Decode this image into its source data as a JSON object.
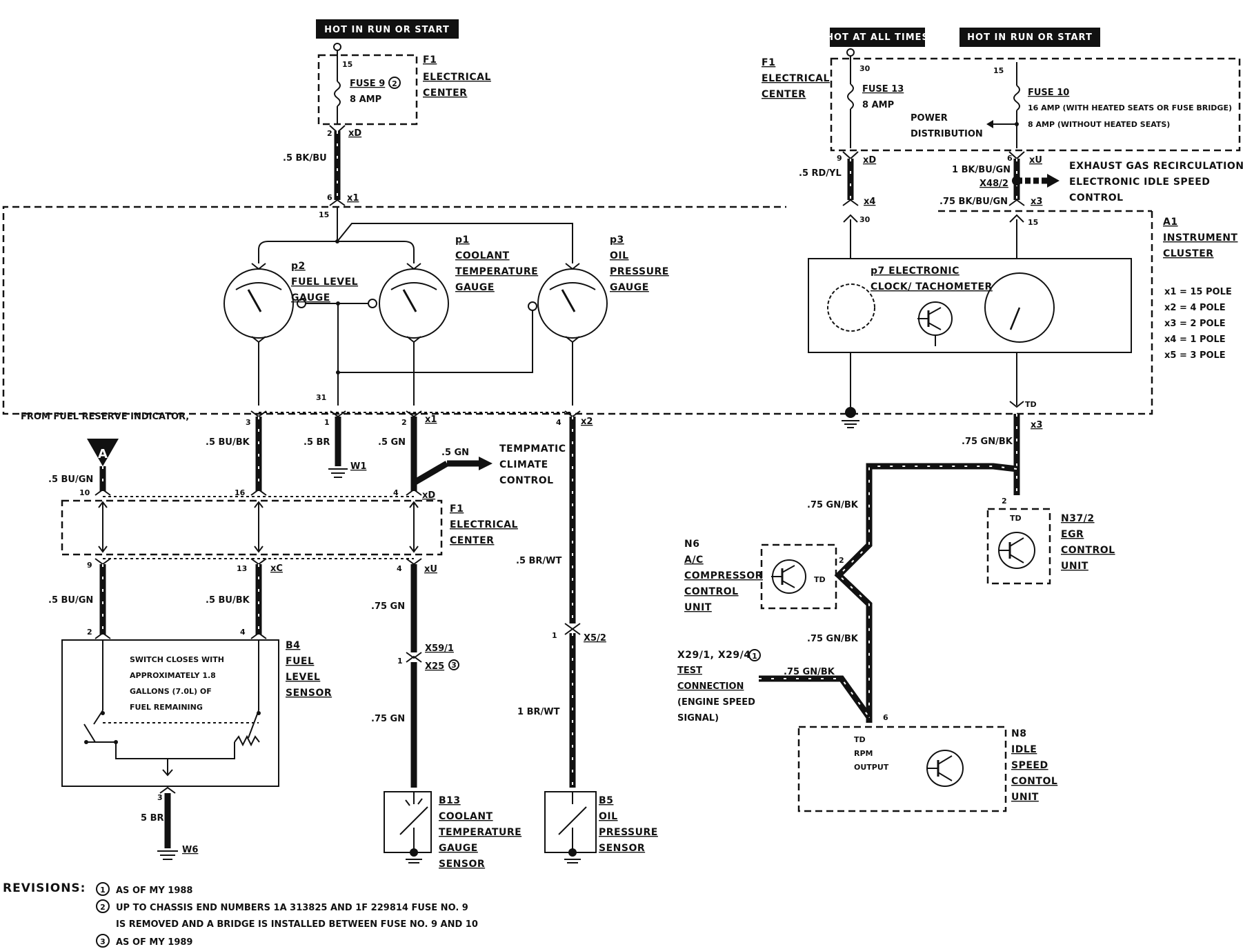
{
  "headers": {
    "hot_run_start_left": "HOT IN RUN OR START",
    "hot_all_times": "HOT AT ALL TIMES",
    "hot_run_start_right": "HOT IN RUN OR START"
  },
  "f1_top_left": {
    "id": "F1",
    "line1": "ELECTRICAL",
    "line2": "CENTER",
    "term": "15",
    "fuse": "FUSE 9",
    "fuse_note": "2",
    "amp": "8 AMP",
    "pin": "2",
    "conn": "xD"
  },
  "f1_top_right": {
    "id": "F1",
    "line1": "ELECTRICAL",
    "line2": "CENTER",
    "term30": "30",
    "fuse13": "FUSE 13",
    "amp13": "8 AMP",
    "term15": "15",
    "fuse10": "FUSE 10",
    "fuse10_a": "16 AMP (WITH HEATED SEATS OR FUSE BRIDGE)",
    "fuse10_b": "8 AMP (WITHOUT HEATED SEATS)",
    "power1": "POWER",
    "power2": "DISTRIBUTION",
    "pin9": "9",
    "pin6": "6",
    "xD": "xD",
    "xU": "xU"
  },
  "wires_top": {
    "bkbu": ".5 BK/BU",
    "rdyl": ".5 RD/YL",
    "bkbugn1": "1 BK/BU/GN",
    "x482": "X48/2",
    "bkbugn75": ".75 BK/BU/GN"
  },
  "egr_note": {
    "line1": "EXHAUST GAS RECIRCULATION/",
    "line2": "ELECTRONIC IDLE SPEED",
    "line3": "CONTROL"
  },
  "cluster": {
    "id": "A1",
    "line1": "INSTRUMENT",
    "line2": "CLUSTER",
    "poles": [
      "x1 = 15 POLE",
      "x2 = 4 POLE",
      "x3 = 2 POLE",
      "x4 = 1 POLE",
      "x5 = 3 POLE"
    ],
    "pin6": "6",
    "x1": "x1",
    "pin15": "15",
    "pin30": "30",
    "pin15b": "15",
    "x4": "x4",
    "x3": "x3",
    "pin31": "31",
    "pinTD": "TD"
  },
  "gauges": {
    "p2": {
      "id": "p2",
      "l1": "FUEL LEVEL",
      "l2": "GAUGE"
    },
    "p1": {
      "id": "p1",
      "l1": "COOLANT",
      "l2": "TEMPERATURE",
      "l3": "GAUGE"
    },
    "p3": {
      "id": "p3",
      "l1": "OIL",
      "l2": "PRESSURE",
      "l3": "GAUGE"
    },
    "p7": {
      "l1": "p7 ELECTRONIC",
      "l2": "CLOCK/ TACHOMETER"
    }
  },
  "mid": {
    "from_fuel": "FROM FUEL RESERVE INDICATOR,",
    "pin3": "3",
    "pin1": "1",
    "pin2": "2",
    "x1": "x1",
    "pin4": "4",
    "x2": "x2",
    "bubk": ".5 BU/BK",
    "br": ".5 BR",
    "gn": ".5 GN",
    "w1": "W1",
    "gn2": ".5 GN",
    "tempmatic1": "TEMPMATIC",
    "tempmatic2": "CLIMATE",
    "tempmatic3": "CONTROL",
    "a": "A",
    "bugn": ".5 BU/GN",
    "p10": "10",
    "p16": "16",
    "p4": "4",
    "xD": "xD",
    "f1": "F1",
    "f1a": "ELECTRICAL",
    "f1b": "CENTER",
    "p9": "9",
    "p13": "13",
    "xC": "xC",
    "p4b": "4",
    "xU": "xU",
    "brwt": ".5 BR/WT",
    "gn75": ".75 GN",
    "bugn2": ".5 BU/GN",
    "bubk2": ".5 BU/BK",
    "p2b": "2",
    "p4c": "4",
    "x591": "X59/1",
    "p1c": "1",
    "x25": "X25",
    "x25n": "3",
    "p1d": "1",
    "x52": "X5/2",
    "brwt1": "1 BR/WT",
    "gn75b": ".75 GN"
  },
  "b4": {
    "id": "B4",
    "l1": "FUEL",
    "l2": "LEVEL",
    "l3": "SENSOR",
    "note1": "SWITCH CLOSES WITH",
    "note2": "APPROXIMATELY 1.8",
    "note3": "GALLONS (7.0L) OF",
    "note4": "FUEL REMAINING",
    "p3": "3",
    "br5": "5 BR",
    "w6": "W6"
  },
  "b13": {
    "id": "B13",
    "l1": "COOLANT",
    "l2": "TEMPERATURE",
    "l3": "GAUGE",
    "l4": "SENSOR"
  },
  "b5": {
    "id": "B5",
    "l1": "OIL",
    "l2": "PRESSURE",
    "l3": "SENSOR"
  },
  "right": {
    "gnbk1": ".75 GN/BK",
    "gnbk2": ".75 GN/BK",
    "gnbk3": ".75 GN/BK",
    "gnbk4": ".75 GN/BK",
    "n6": "N6",
    "n6a": "A/C",
    "n6b": "COMPRESSOR",
    "n6c": "CONTROL",
    "n6d": "UNIT",
    "td": "TD",
    "p2": "2",
    "n372": "N37/2",
    "egr1": "EGR",
    "egr2": "CONTROL",
    "egr3": "UNIT",
    "td2": "TD",
    "p2b": "2",
    "x29": "X29/1, X29/4",
    "x29n": "1",
    "test1": "TEST",
    "test2": "CONNECTION",
    "test3": "(ENGINE SPEED",
    "test4": "SIGNAL)",
    "n8": "N8",
    "n8a": "IDLE",
    "n8b": "SPEED",
    "n8c": "CONTOL",
    "n8d": "UNIT",
    "rpm1": "TD",
    "rpm2": "RPM",
    "rpm3": "OUTPUT",
    "p6": "6"
  },
  "revisions": {
    "title": "REVISIONS:",
    "r1n": "1",
    "r1": "AS OF MY 1988",
    "r2n": "2",
    "r2a": "UP TO CHASSIS END NUMBERS 1A 313825 AND 1F 229814 FUSE NO. 9",
    "r2b": "IS REMOVED AND A BRIDGE IS INSTALLED BETWEEN FUSE NO. 9 AND 10",
    "r3n": "3",
    "r3": "AS OF MY 1989"
  }
}
